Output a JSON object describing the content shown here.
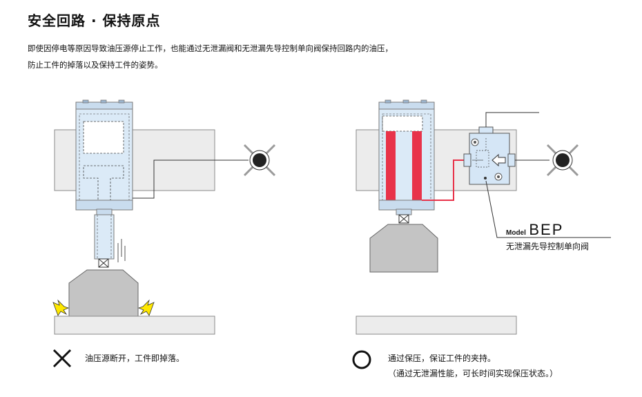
{
  "title": "安全回路 · 保持原点",
  "intro": {
    "line1": "即使因停电等原因导致油压源停止工作，也能通过无泄漏阀和无泄漏先导控制单向阀保持回路内的油压，",
    "line2": "防止工件的掉落以及保持工件的姿势。"
  },
  "left_panel": {
    "symbol": "✕",
    "caption": "油压源断开，工件即掉落。"
  },
  "right_panel": {
    "symbol": "〇",
    "caption_line1": "通过保压，保证工件的夹持。",
    "caption_line2": "（通过无泄漏性能，可长时间实现保压状态。）",
    "model_prefix": "Model",
    "model_name": "BEP",
    "model_desc": "无泄漏先导控制单向阀"
  },
  "colors": {
    "cylinder_fill": "#dbeaf7",
    "cylinder_stroke": "#7a7a7a",
    "block_fill": "#ececec",
    "workpiece_fill": "#c4c4c4",
    "oil_red": "#e8334a",
    "valve_fill": "#d5e6f6",
    "spark_yellow": "#ffe800"
  }
}
